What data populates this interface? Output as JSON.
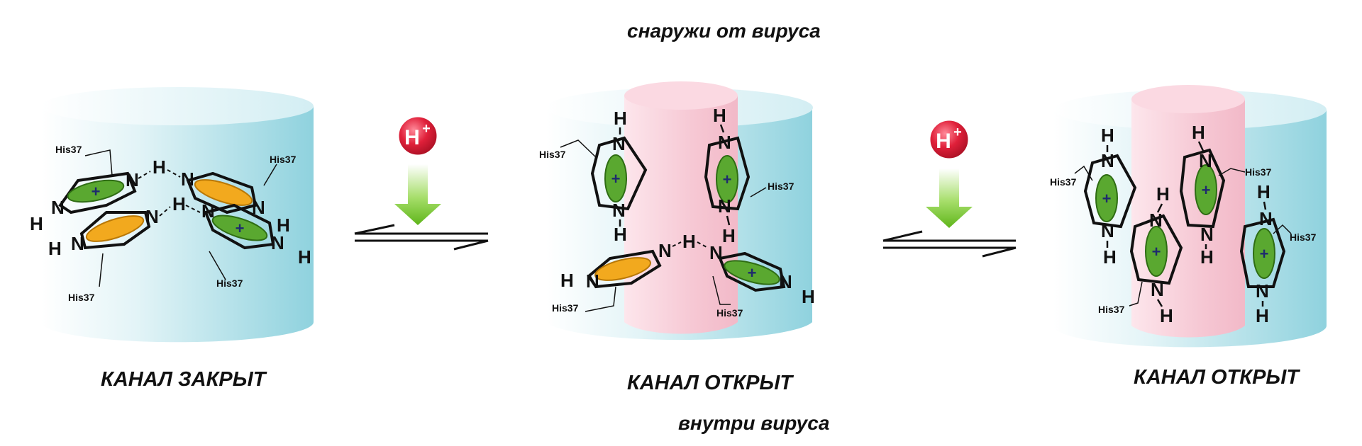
{
  "labels": {
    "outside": "снаружи от вируса",
    "inside": "внутри вируса",
    "state_closed": "КАНАЛ ЗАКРЫТ",
    "state_open_1": "КАНАЛ ОТКРЫТ",
    "state_open_2": "КАНАЛ ОТКРЫТ"
  },
  "chem": {
    "residue": "His37",
    "hydrogen": "H",
    "nitrogen": "N",
    "proton": "H",
    "proton_charge": "+",
    "ring_charge": "+"
  },
  "colors": {
    "channel_blue": "#a9dde6",
    "channel_pink": "#f7cdd8",
    "ring_green": "#5aa830",
    "ring_orange": "#f2a91e",
    "proton_red": "#e0203a",
    "arrow_green": "#6cc01c",
    "plus_navy": "#1e2a6e"
  }
}
